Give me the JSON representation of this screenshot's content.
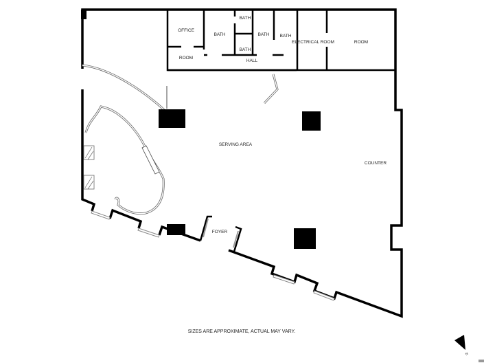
{
  "rooms": {
    "office": "OFFICE",
    "room_small": "ROOM",
    "bath_1": "BATH",
    "bath_2": "BATH",
    "bath_3": "BATH",
    "bath_4": "BATH",
    "bath_5": "BATH",
    "hall": "HALL",
    "electrical_room": "ELECTRICAL ROOM",
    "room_large": "ROOM",
    "serving_area": "SERVING AREA",
    "counter": "COUNTER",
    "foyer": "FOYER"
  },
  "footer": "SIZES ARE APPROXIMATE, ACTUAL MAY VARY.",
  "compass": {
    "label": "N",
    "icon": "north-arrow-icon"
  }
}
